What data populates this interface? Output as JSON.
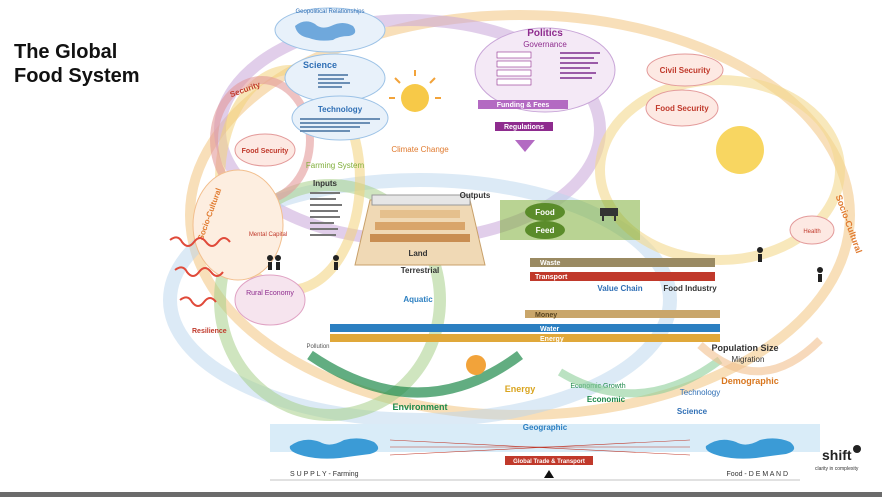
{
  "slide": {
    "title_line1": "The Global",
    "title_line2": "Food System"
  },
  "colors": {
    "governance": "#8e2b8e",
    "science": "#2f6fb5",
    "technology": "#2f6fb5",
    "security": "#c0392b",
    "sociocultural": "#e07a2e",
    "farming": "#7fae3a",
    "environment": "#1f8a4c",
    "energy": "#d9a41e",
    "transport": "#c0392b",
    "water": "#2b7fc1",
    "demographic": "#d9771f",
    "geographic": "#3b9bd6",
    "trade": "#c0392b"
  },
  "labels": {
    "geopolitical": "Geopolitical Relationships",
    "politics": "Politics",
    "governance": "Governance",
    "science": "Science",
    "technology": "Technology",
    "security_left": "Security",
    "food_security": "Food Security",
    "farming_system": "Farming System",
    "climate_change": "Climate Change",
    "funding": "Funding & Fees",
    "regulations": "Regulations",
    "civil_security": "Civil Security",
    "food_security_right": "Food Security",
    "socio_cultural_left": "Socio-Cultural",
    "socio_cultural_right": "Socio-Cultural",
    "inputs": "Inputs",
    "outputs": "Outputs",
    "land": "Land",
    "terrestrial": "Terrestrial",
    "aquatic": "Aquatic",
    "food": "Food",
    "feed": "Feed",
    "waste": "Waste",
    "transport": "Transport",
    "value_chain": "Value Chain",
    "food_industry": "Food Industry",
    "money": "Money",
    "water": "Water",
    "energy_band": "Energy",
    "environment": "Environment",
    "energy": "Energy",
    "economic": "Economic",
    "economic_growth": "Economic Growth",
    "technology_bottom": "Technology",
    "science_bottom": "Science",
    "population_size": "Population Size",
    "migration": "Migration",
    "demographic": "Demographic",
    "geographic": "Geographic",
    "global_trade": "Global Trade & Transport",
    "supply": "S U P P L Y - Farming",
    "demand": "Food - D E M A N D",
    "resilience": "Resilience",
    "rural_economy": "Rural Economy",
    "mental_capital": "Mental Capital",
    "health": "Health",
    "pollution": "Pollution",
    "shift_logo": "shift",
    "shift_tagline": "clarity in complexity"
  }
}
